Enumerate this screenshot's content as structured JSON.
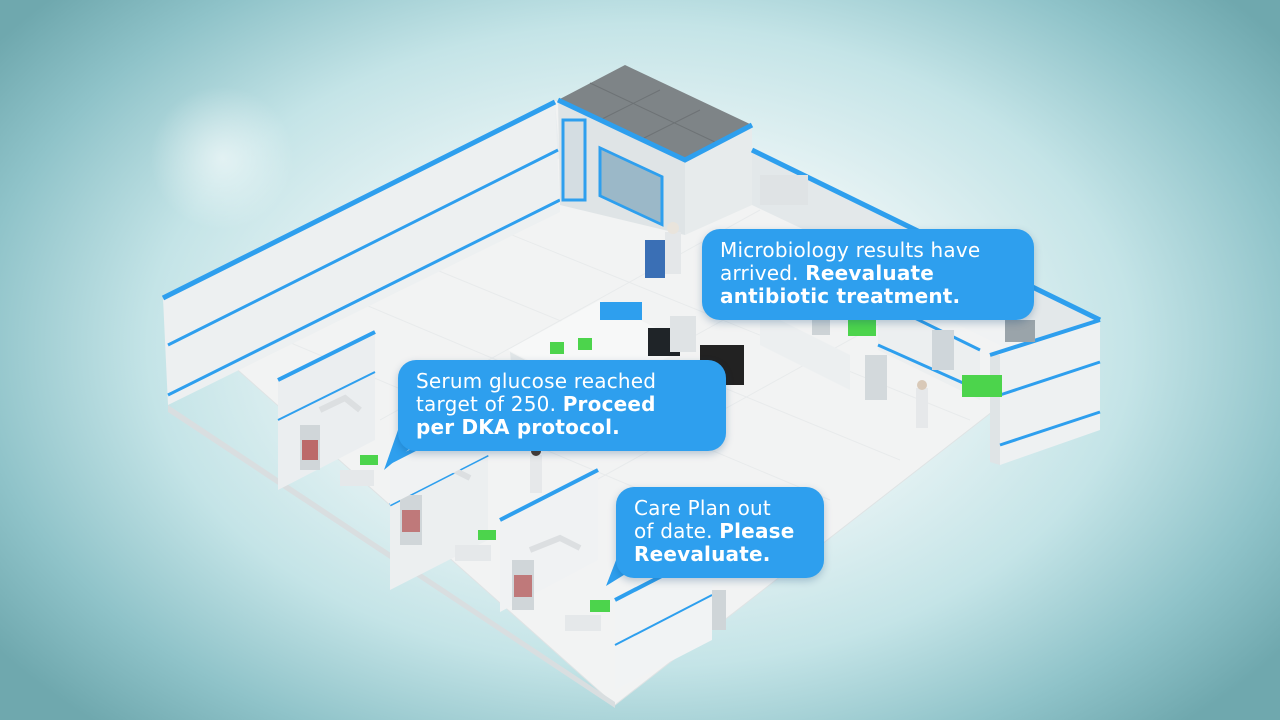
{
  "notifications": {
    "microbiology": {
      "line1": "Microbiology results have",
      "line2_plain": "arrived.",
      "line2_bold": "Reevaluate",
      "line3_bold": "antibiotic treatment."
    },
    "glucose": {
      "line1": "Serum glucose reached",
      "line2_plain": "target of 250.",
      "line2_bold": "Proceed",
      "line3_bold": "per DKA protocol."
    },
    "care_plan": {
      "line1": "Care Plan out",
      "line2_plain": "of date.",
      "line2_bold": "Please",
      "line3_bold": "Reevaluate."
    }
  },
  "colors": {
    "bubble": "#2e9fee",
    "wall_accent": "#2e9fee",
    "floor": "#f1f1f1",
    "wall": "#e9edef",
    "bed_green": "#4cd44c"
  }
}
